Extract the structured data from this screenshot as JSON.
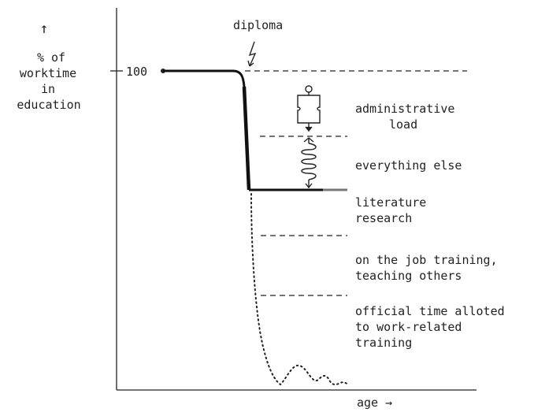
{
  "y_axis": {
    "arrow": "↑",
    "label_lines": [
      "% of",
      "worktime",
      "in",
      "education"
    ],
    "tick_100": "100"
  },
  "x_axis": {
    "label": "age →"
  },
  "event": {
    "label": "diploma",
    "icon": "lightning-bolt-icon"
  },
  "regions": [
    {
      "id": "administrative-load",
      "lines": [
        "administrative",
        "load"
      ]
    },
    {
      "id": "everything-else",
      "lines": [
        "everything else"
      ]
    },
    {
      "id": "literature-research",
      "lines": [
        "literature",
        "research"
      ]
    },
    {
      "id": "on-the-job-training",
      "lines": [
        "on the job training,",
        "teaching others"
      ]
    },
    {
      "id": "official-time",
      "lines": [
        "official time alloted",
        "to work-related",
        "training"
      ]
    }
  ],
  "icons": [
    "weight-icon",
    "spring-icon"
  ]
}
